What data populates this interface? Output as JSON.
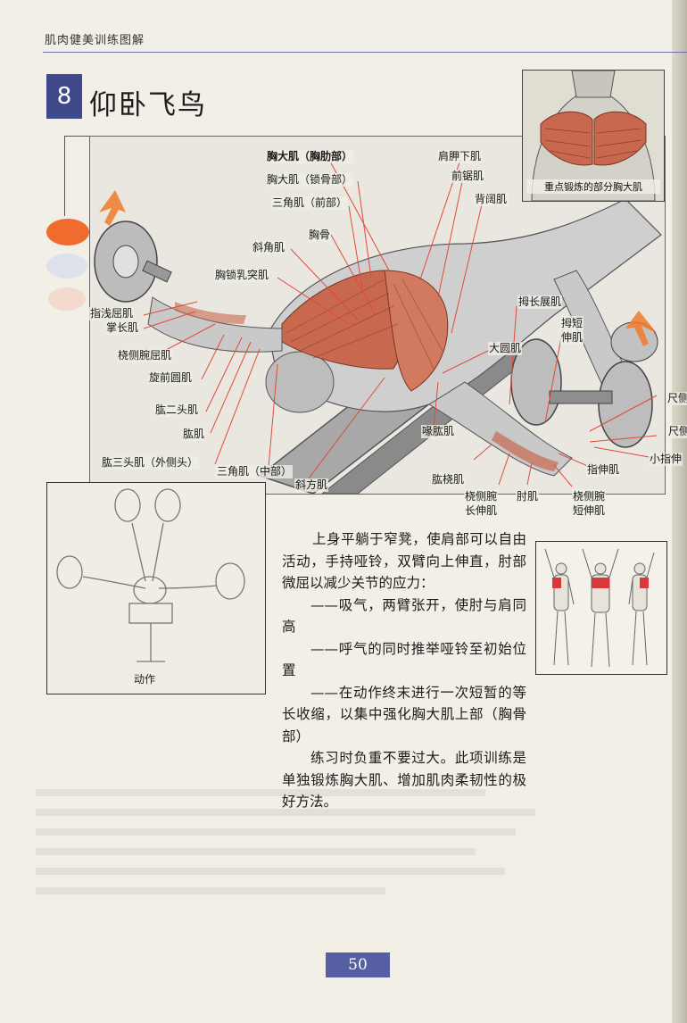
{
  "header": {
    "running_title": "肌肉健美训练图解"
  },
  "exercise": {
    "number": "8",
    "title": "仰卧飞鸟"
  },
  "inset": {
    "caption": "重点锻炼的部分胸大肌"
  },
  "labels": {
    "pec_costal": "胸大肌（胸肋部）",
    "pec_clavicular": "胸大肌（锁骨部）",
    "deltoid_anterior": "三角肌（前部）",
    "sternum": "胸骨",
    "scalenes": "斜角肌",
    "sternocleidomastoid": "胸锁乳突肌",
    "fds": "指浅屈肌",
    "palmaris_longus": "掌长肌",
    "fcr": "桡侧腕屈肌",
    "pronator_teres": "旋前圆肌",
    "biceps": "肱二头肌",
    "brachialis": "肱肌",
    "triceps_lateral": "肱三头肌（外侧头）",
    "deltoid_middle": "三角肌（中部）",
    "trapezius": "斜方肌",
    "subscapularis": "肩胛下肌",
    "serratus": "前锯肌",
    "latissimus": "背阔肌",
    "apl": "拇长展肌",
    "epb": "拇短\n伸肌",
    "teres_major": "大圆肌",
    "coracobrachialis": "喙肱肌",
    "brachioradialis": "肱桡肌",
    "ecrl": "桡侧腕\n长伸肌",
    "anconeus": "肘肌",
    "ecrb": "桡侧腕\n短伸肌",
    "extensor_digitorum": "指伸肌",
    "edm": "小指伸",
    "fcu_a": "尺侧",
    "fcu_b": "尺侧"
  },
  "action": {
    "caption": "动作"
  },
  "text": {
    "p1": "上身平躺于窄凳，使肩部可以自由活动，手持哑铃，双臂向上伸直，肘部微屈以减少关节的应力：",
    "p2": "——吸气，两臂张开，使肘与肩同高",
    "p3": "——呼气的同时推举哑铃至初始位置",
    "p4": "——在动作终末进行一次短暂的等长收缩，以集中强化胸大肌上部（胸骨部）",
    "p5": "练习时负重不要过大。此项训练是单独锻炼胸大肌、增加肌肉柔韧性的极好方法。"
  },
  "footer": {
    "page_number": "50"
  },
  "colors": {
    "accent": "#3f4a8a",
    "muscle": "#c8684f",
    "arrow": "#f07a2a",
    "leader": "#e04a3a"
  }
}
